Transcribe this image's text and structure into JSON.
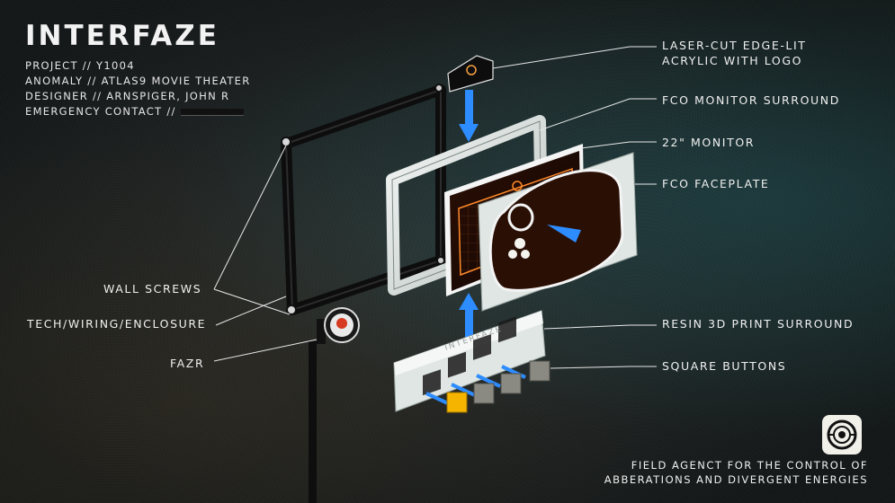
{
  "title": "INTERFAZE",
  "meta": {
    "project": "PROJECT // Y1004",
    "anomaly": "ANOMALY // ATLAS9 MOVIE THEATER",
    "designer": "DESIGNER // ARNSPIGER, JOHN R",
    "emergency": "EMERGENCY CONTACT //"
  },
  "callouts": {
    "acrylic_line1": "LASER-CUT EDGE-LIT",
    "acrylic_line2": "ACRYLIC WITH LOGO",
    "monitor_surround": "FCO MONITOR SURROUND",
    "monitor": "22\" MONITOR",
    "faceplate": "FCO FACEPLATE",
    "wall_screws": "WALL SCREWS",
    "tech": "TECH/WIRING/ENCLOSURE",
    "fazr": "FAZR",
    "resin": "RESIN 3D PRINT SURROUND",
    "square_buttons": "SQUARE BUTTONS"
  },
  "button_bar_text": "INTERFAZE",
  "footer": {
    "line1": "FIELD AGENCT FOR THE CONTROL OF",
    "line2": "ABBERATIONS AND DIVERGENT ENERGIES"
  },
  "colors": {
    "arrow_blue": "#2d8cff",
    "screen_orange": "#ff8a2a",
    "surround_white": "#dfe6e3",
    "button_yellow": "#f5b400",
    "button_grey": "#8a8a82"
  }
}
